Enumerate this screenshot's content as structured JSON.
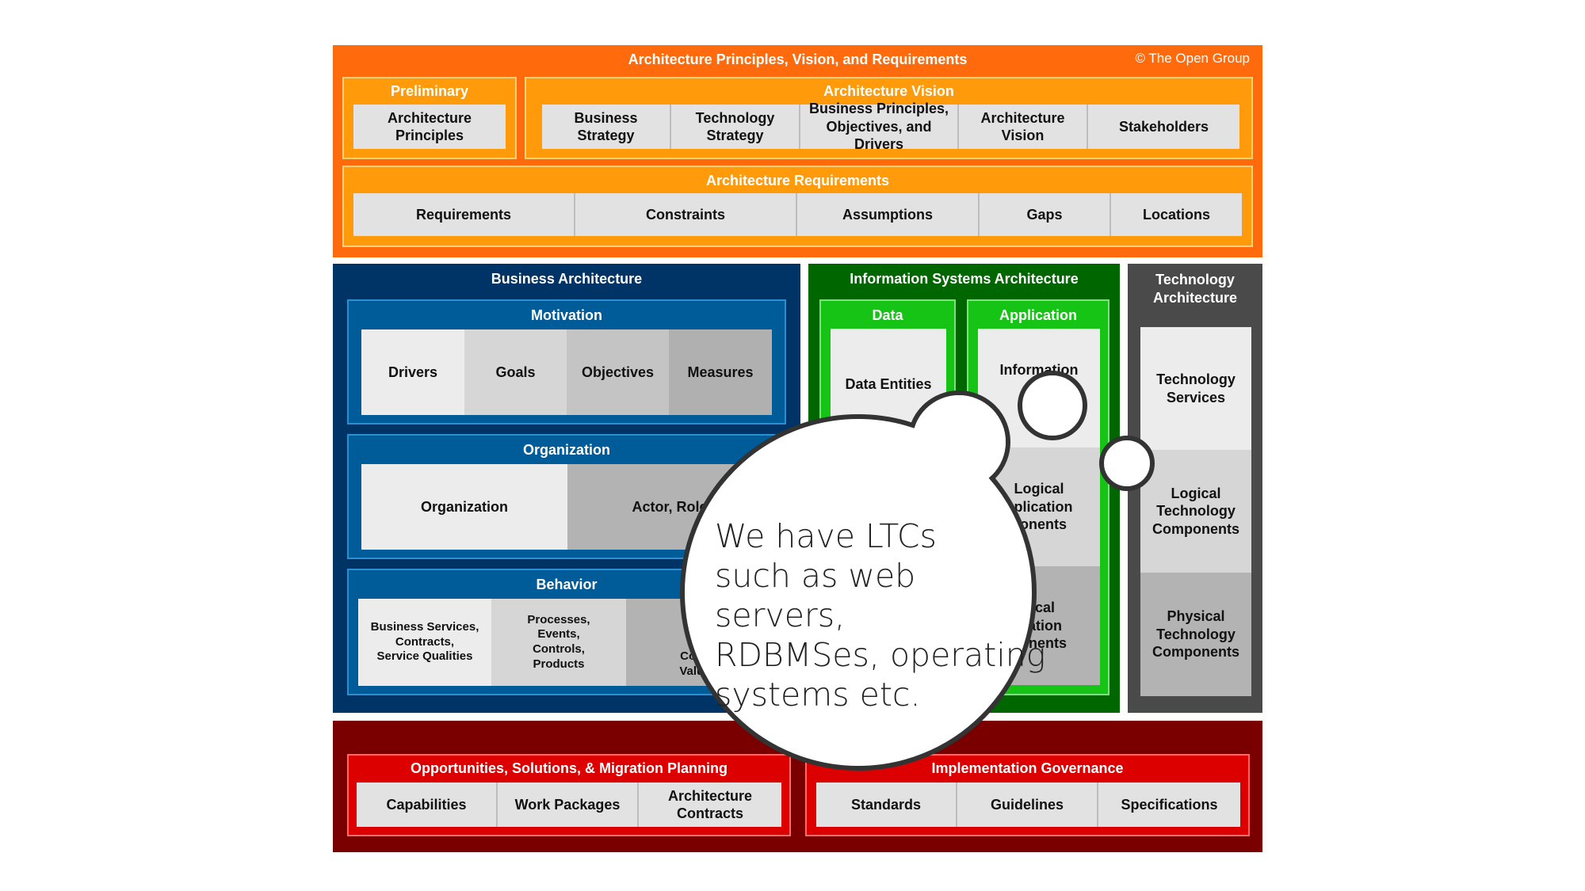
{
  "copyright": "© The Open Group",
  "principles": {
    "title": "Architecture Principles, Vision, and Requirements",
    "preliminary": {
      "title": "Preliminary",
      "items": [
        "Architecture\nPrinciples"
      ]
    },
    "vision": {
      "title": "Architecture Vision",
      "items": [
        "Business\nStrategy",
        "Technology\nStrategy",
        "Business Principles,\nObjectives, and Drivers",
        "Architecture\nVision",
        "Stakeholders"
      ]
    },
    "requirements": {
      "title": "Architecture Requirements",
      "items": [
        "Requirements",
        "Constraints",
        "Assumptions",
        "Gaps",
        "Locations"
      ]
    }
  },
  "business": {
    "title": "Business Architecture",
    "motivation": {
      "title": "Motivation",
      "items": [
        "Drivers",
        "Goals",
        "Objectives",
        "Measures"
      ]
    },
    "organization": {
      "title": "Organization",
      "items": [
        "Organization",
        "Actor, Role"
      ]
    },
    "behavior": {
      "title": "Behavior",
      "items": [
        "Business Services,\nContracts,\nService Qualities",
        "Processes,\nEvents,\nControls,\nProducts",
        "Fu\nBu\nCap\nCourse\nValue S"
      ]
    }
  },
  "is": {
    "title": "Information Systems Architecture",
    "data": {
      "title": "Data",
      "items": [
        "Data Entities"
      ]
    },
    "application": {
      "title": "Application",
      "items": [
        "Information\nSy\nS",
        "Logical\npplication\nponents",
        "sical\nication\nponents"
      ]
    }
  },
  "technology": {
    "title": "Technology\nArchitecture",
    "items": [
      "Technology\nServices",
      "Logical\nTechnology\nComponents",
      "Physical\nTechnology\nComponents"
    ]
  },
  "realization": {
    "title": "Archi",
    "opportunities": {
      "title": "Opportunities, Solutions, & Migration Planning",
      "items": [
        "Capabilities",
        "Work Packages",
        "Architecture\nContracts"
      ]
    },
    "governance": {
      "title": "Implementation Governance",
      "items": [
        "Standards",
        "Guidelines",
        "Specifications"
      ]
    }
  },
  "callout": {
    "text": "We have LTCs\nsuch as web servers,\nRDBMSes, operating\nsystems etc."
  }
}
